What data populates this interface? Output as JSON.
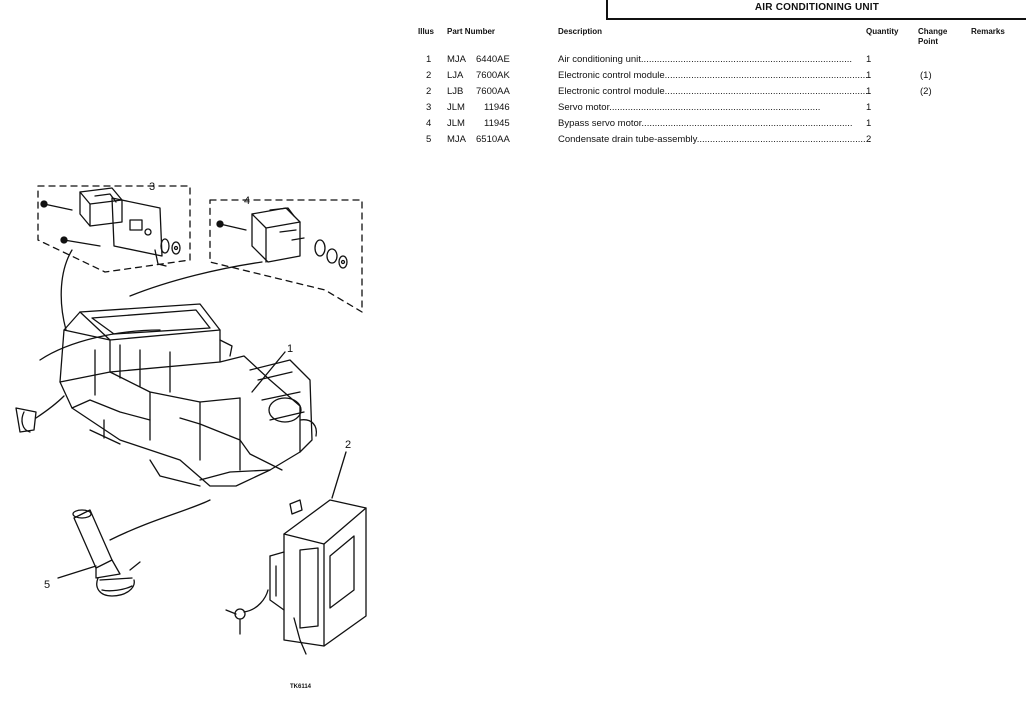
{
  "header": {
    "title": "AIR CONDITIONING UNIT"
  },
  "table": {
    "columns": {
      "illus": "Illus",
      "part_number": "Part Number",
      "description": "Description",
      "quantity": "Quantity",
      "change_point": "Change Point",
      "remarks": "Remarks"
    },
    "rows": [
      {
        "illus": "1",
        "prefix": "MJA",
        "number": "6440AE",
        "description": "Air conditioning unit",
        "quantity": "1",
        "change_point": ""
      },
      {
        "illus": "2",
        "prefix": "LJA",
        "number": "7600AK",
        "description": "Electronic control module",
        "quantity": "1",
        "change_point": "(1)"
      },
      {
        "illus": "2",
        "prefix": "LJB",
        "number": "7600AA",
        "description": "Electronic control module",
        "quantity": "1",
        "change_point": "(2)"
      },
      {
        "illus": "3",
        "prefix": "JLM",
        "number": "11946",
        "description": "Servo motor",
        "quantity": "1",
        "change_point": ""
      },
      {
        "illus": "4",
        "prefix": "JLM",
        "number": "11945",
        "description": "Bypass servo motor",
        "quantity": "1",
        "change_point": ""
      },
      {
        "illus": "5",
        "prefix": "MJA",
        "number": "6510AA",
        "description": "Condensate drain tube-assembly",
        "quantity": "2",
        "change_point": ""
      }
    ]
  },
  "diagram": {
    "callouts": {
      "unit": "1",
      "module": "2",
      "servo": "3",
      "bypass_servo": "4",
      "drain_tube": "5"
    },
    "figure_ref": "TK6114"
  }
}
